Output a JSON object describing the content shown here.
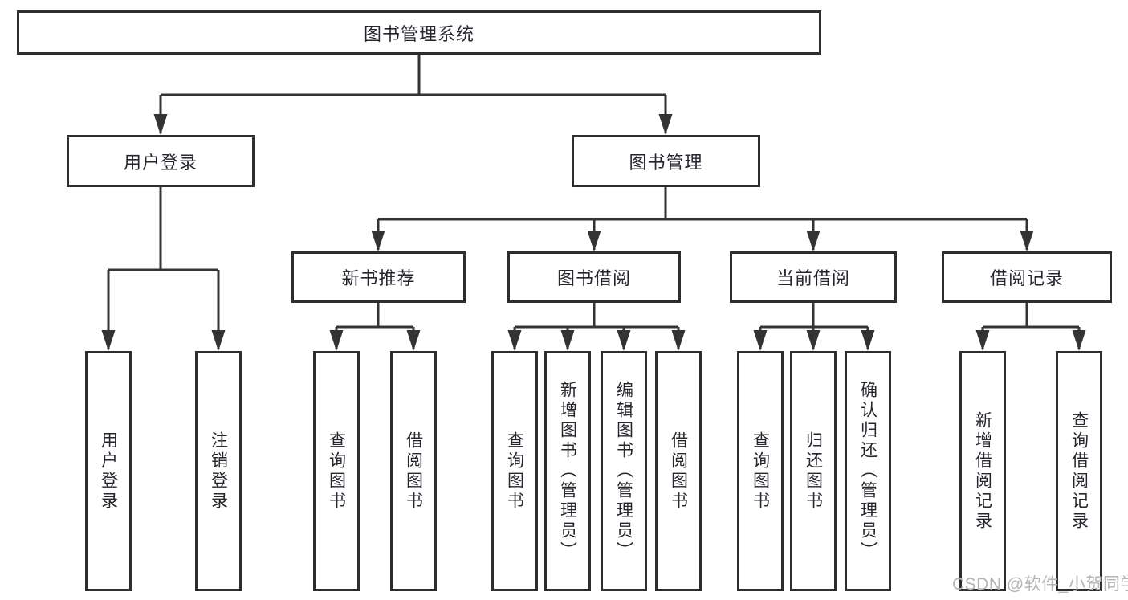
{
  "diagram": {
    "root_label": "图书管理系统",
    "user_login": {
      "label": "用户登录",
      "children": [
        {
          "label": "用户登录"
        },
        {
          "label": "注销登录"
        }
      ]
    },
    "book_management": {
      "label": "图书管理",
      "sections": [
        {
          "label": "新书推荐",
          "children": [
            {
              "label": "查询图书"
            },
            {
              "label": "借阅图书"
            }
          ]
        },
        {
          "label": "图书借阅",
          "children": [
            {
              "label": "查询图书"
            },
            {
              "label": "新增图书（管理员）"
            },
            {
              "label": "编辑图书（管理员）"
            },
            {
              "label": "借阅图书"
            }
          ]
        },
        {
          "label": "当前借阅",
          "children": [
            {
              "label": "查询图书"
            },
            {
              "label": "归还图书"
            },
            {
              "label": "确认归还（管理员）"
            }
          ]
        },
        {
          "label": "借阅记录",
          "children": [
            {
              "label": "新增借阅记录"
            },
            {
              "label": "查询借阅记录"
            }
          ]
        }
      ]
    },
    "colors": {
      "line": "#333333",
      "box_border": "#2d2d2d",
      "text": "#26262e",
      "watermark": "#b5b5b5"
    }
  },
  "watermark": {
    "text": "CSDN @软件_小贺同学"
  }
}
